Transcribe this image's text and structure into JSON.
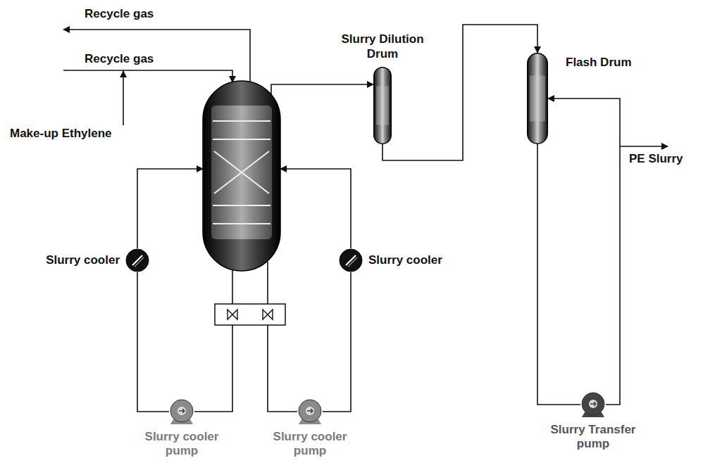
{
  "diagram": {
    "nodes": [
      {
        "text": [
          "Slurry Dilution Drum"
        ]
      },
      {
        "text": [
          "Flash Drum"
        ]
      },
      {
        "text": [
          "Slurry cooler"
        ]
      },
      {
        "text": [
          "Slurry cooler"
        ]
      },
      {
        "text": [
          "Slurry Transfer pump"
        ]
      },
      {
        "text": [
          "Slurry cooler pump"
        ]
      },
      {
        "text": [
          "Slurry cooler pump"
        ]
      }
    ],
    "edges": [
      {
        "from": 0,
        "to": 1,
        "arrow": "to"
      },
      {
        "from": 1,
        "to": 4,
        "arrow": "none"
      },
      {
        "from": 4,
        "to": 1,
        "arrow": "to"
      },
      {
        "from": 5,
        "to": 2,
        "arrow": "none"
      },
      {
        "from": 6,
        "to": 3,
        "arrow": "none"
      }
    ],
    "labels": [
      "Recycle gas",
      "Recycle gas",
      "Make-up Ethylene",
      "PE Slurry"
    ]
  }
}
